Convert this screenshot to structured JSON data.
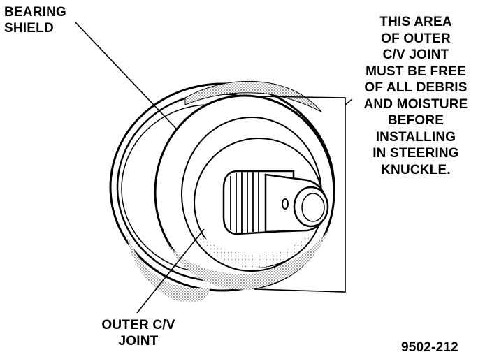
{
  "labels": {
    "bearing_shield": [
      "BEARING",
      "SHIELD"
    ],
    "debris_note": [
      "THIS AREA",
      "OF OUTER",
      "C/V JOINT",
      "MUST BE FREE",
      "OF ALL DEBRIS",
      "AND MOISTURE",
      "BEFORE",
      "INSTALLING",
      "IN STEERING",
      "KNUCKLE."
    ],
    "outer_cv_joint": [
      "OUTER C/V",
      "JOINT"
    ],
    "figure_number": "9502-212"
  }
}
